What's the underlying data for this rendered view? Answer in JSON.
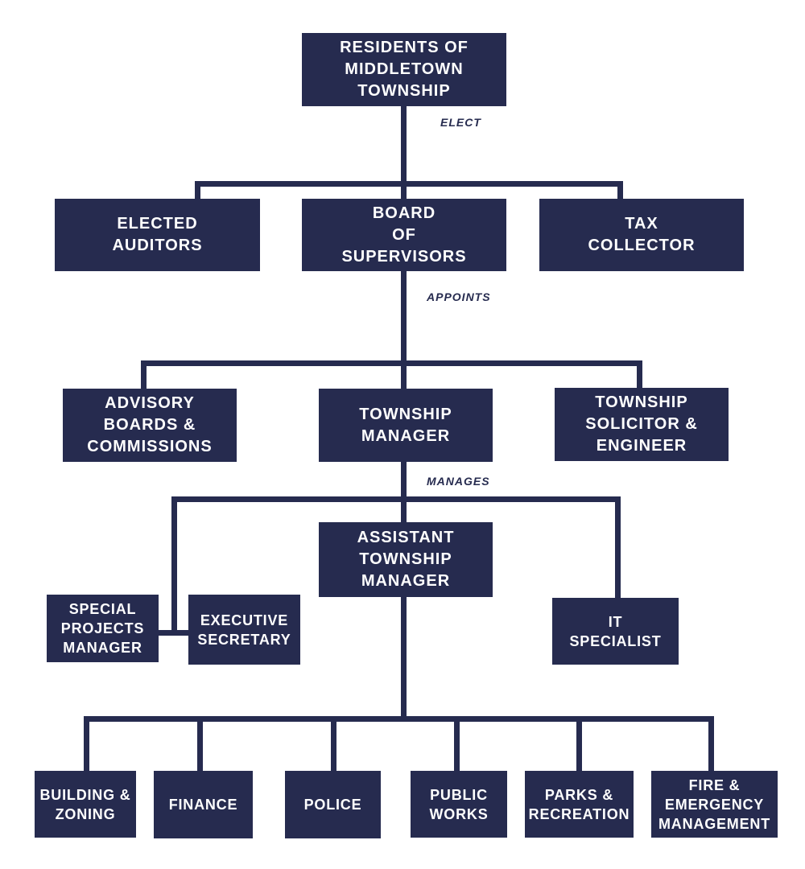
{
  "colors": {
    "box": "#262b4f",
    "box_text": "#ffffff",
    "connector": "#262b4f",
    "relation_label": "#262b4f",
    "background": "#ffffff"
  },
  "org_chart": {
    "nodes": {
      "residents": "RESIDENTS OF\nMIDDLETOWN\nTOWNSHIP",
      "elected_auditors": "ELECTED\nAUDITORS",
      "board_of_supervisors": "BOARD\nOF\nSUPERVISORS",
      "tax_collector": "TAX\nCOLLECTOR",
      "advisory_boards": "ADVISORY\nBOARDS &\nCOMMISSIONS",
      "township_manager": "TOWNSHIP\nMANAGER",
      "solicitor_engineer": "TOWNSHIP\nSOLICITOR &\nENGINEER",
      "assistant_township_manager": "ASSISTANT\nTOWNSHIP\nMANAGER",
      "special_projects_manager": "SPECIAL\nPROJECTS\nMANAGER",
      "executive_secretary": "EXECUTIVE\nSECRETARY",
      "it_specialist": "IT\nSPECIALIST",
      "building_zoning": "BUILDING &\nZONING",
      "finance": "FINANCE",
      "police": "POLICE",
      "public_works": "PUBLIC\nWORKS",
      "parks_recreation": "PARKS &\nRECREATION",
      "fire_emergency": "FIRE &\nEMERGENCY\nMANAGEMENT"
    },
    "relations": [
      {
        "from": "residents",
        "label": "ELECT",
        "to": [
          "elected_auditors",
          "board_of_supervisors",
          "tax_collector"
        ]
      },
      {
        "from": "board_of_supervisors",
        "label": "APPOINTS",
        "to": [
          "advisory_boards",
          "township_manager",
          "solicitor_engineer"
        ]
      },
      {
        "from": "township_manager",
        "label": "MANAGES",
        "to": [
          "assistant_township_manager",
          "special_projects_manager",
          "executive_secretary",
          "it_specialist"
        ]
      },
      {
        "from": "assistant_township_manager",
        "label": "",
        "to": [
          "building_zoning",
          "finance",
          "police",
          "public_works",
          "parks_recreation",
          "fire_emergency"
        ]
      }
    ]
  }
}
